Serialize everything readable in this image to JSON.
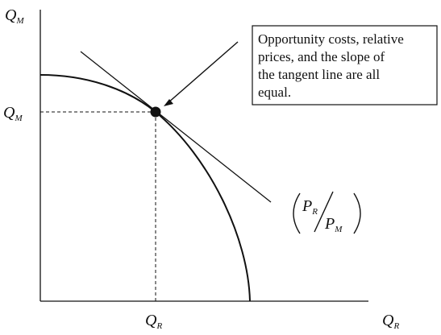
{
  "axes": {
    "y_label": {
      "main": "Q",
      "sub": "M"
    },
    "x_label": {
      "main": "Q",
      "sub": "R"
    }
  },
  "ticks": {
    "y_tick": {
      "main": "Q",
      "sub": "M"
    },
    "x_tick": {
      "main": "Q",
      "sub": "R"
    }
  },
  "annotation": {
    "lines": [
      "Opportunity costs, relative",
      "prices, and the slope of",
      "the tangent line are all",
      "equal."
    ]
  },
  "price_ratio": {
    "numerator": {
      "main": "P",
      "sub": "R"
    },
    "denominator": {
      "main": "P",
      "sub": "M"
    }
  },
  "colors": {
    "ink": "#111111",
    "background": "#ffffff"
  }
}
